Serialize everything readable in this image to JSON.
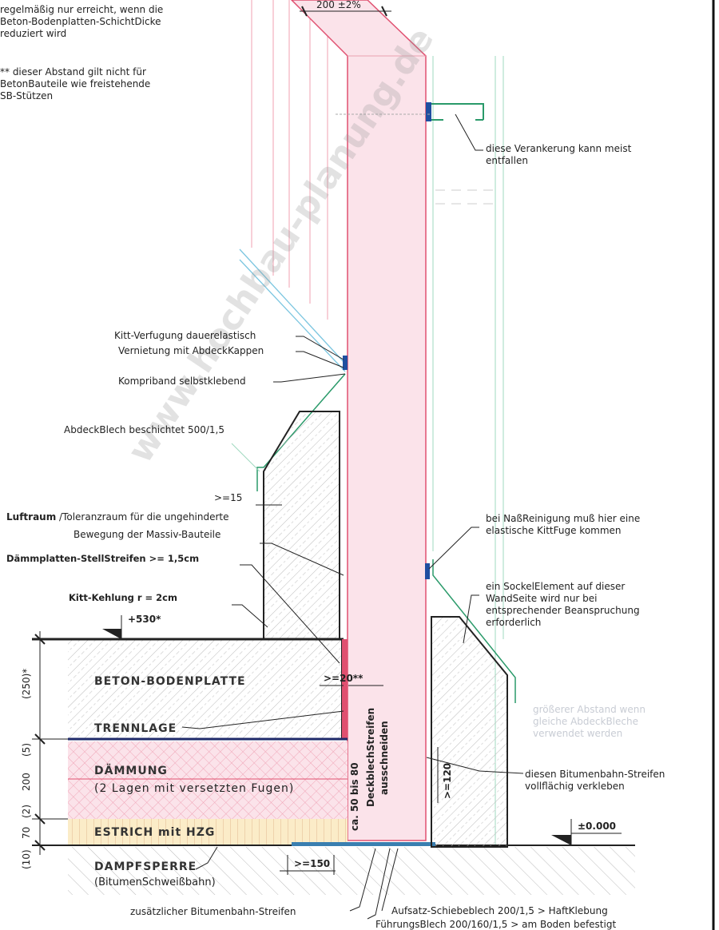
{
  "notes": {
    "note1": [
      "regelmäßig nur erreicht, wenn die",
      "Beton-Bodenplatten-SchichtDicke",
      "reduziert wird"
    ],
    "note2": [
      "** dieser Abstand gilt nicht für",
      "BetonBauteile wie freistehende",
      "SB-Stützen"
    ]
  },
  "dimensions": {
    "wall_width": "200  ±2%",
    "gap_15": ">=15",
    "gap_20": ">=20**",
    "overlap_150": ">=150",
    "cut": "ca. 50 bis 80",
    "height_120": ">=120",
    "left": [
      "(250)*",
      "(5)",
      "200",
      "(2)",
      "70",
      "(10)"
    ]
  },
  "levels": {
    "upper": "+530*",
    "zero": "±0.000"
  },
  "labels": {
    "anchor": [
      "diese Verankerung kann meist",
      "entfallen"
    ],
    "kitt": "Kitt-Verfugung dauerelastisch",
    "niet": "Vernietung mit AbdeckKappen",
    "kompri": "Kompriband selbstklebend",
    "abdeck": "AbdeckBlech beschichtet   500/1,5",
    "luftraum_bold": "Luftraum",
    "luftraum": " /Toleranzraum für die ungehinderte",
    "luftraum2": "Bewegung der Massiv-Bauteile",
    "daemm_streifen": "Dämmplatten-StellStreifen >= 1,5cm",
    "kehlung": "Kitt-Kehlung  r  =  2cm",
    "nass": [
      "bei NaßReinigung muß hier eine",
      "elastische KittFuge kommen"
    ],
    "sockel": [
      "ein SockelElement auf dieser",
      "WandSeite wird nur bei",
      "entsprechender Beanspruchung",
      "erforderlich"
    ],
    "abstand": [
      "größerer Abstand wenn",
      "gleiche AbdeckBleche",
      "verwendet werden"
    ],
    "bitumen_streifen": [
      "diesen Bitumenbahn-Streifen",
      "vollflächig verkleben"
    ],
    "deckblech": [
      "DeckblechStreifen",
      "ausschneiden"
    ],
    "zusaetzlich": "zusätzlicher Bitumenbahn-Streifen",
    "aufsatz": "Aufsatz-Schiebeblech 200/1,5 > HaftKlebung",
    "fuehrung": "FührungsBlech 200/160/1,5 > am Boden befestigt"
  },
  "layers": {
    "beton": "BETON-BODENPLATTE",
    "trenn": "TRENNLAGE",
    "daemmung": "DÄMMUNG",
    "daemmung2": "(2 Lagen mit versetzten Fugen)",
    "estrich": "ESTRICH mit HZG",
    "dampf": "DAMPFSPERRE",
    "dampf2": "(BitumenSchweißbahn)"
  },
  "watermark": "www.hochbau-planung.de",
  "colors": {
    "wall": "#fbe3ea",
    "wall_edge": "#e05070",
    "green": "#2a9a6a",
    "blue": "#1f4fa0",
    "estrich": "#fbecc8"
  }
}
